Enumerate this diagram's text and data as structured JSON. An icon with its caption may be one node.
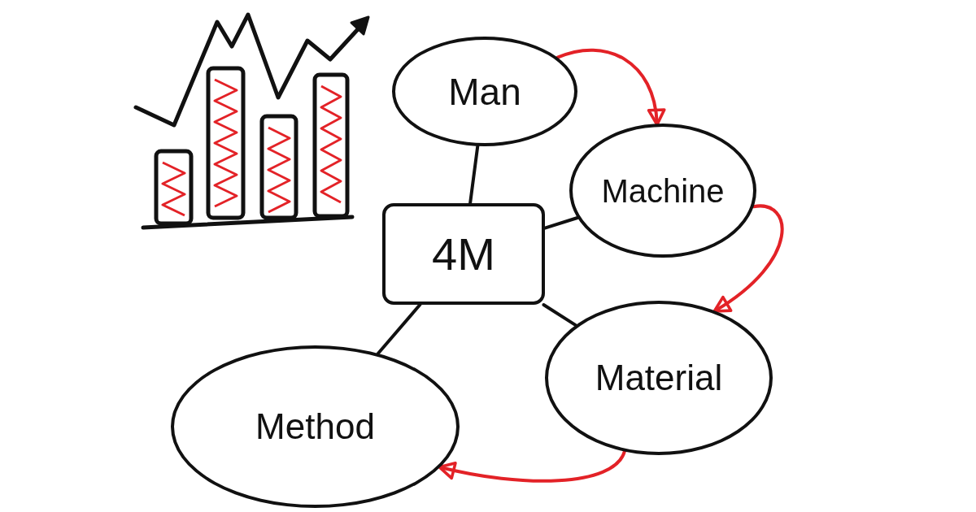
{
  "diagram": {
    "nodes": [
      {
        "text": [
          "Man"
        ]
      },
      {
        "text": [
          "Machine"
        ]
      },
      {
        "text": [
          "4M"
        ]
      },
      {
        "text": [
          "Material"
        ]
      },
      {
        "text": [
          "Method"
        ]
      }
    ],
    "edges": [
      {
        "from": 2,
        "to": 0,
        "arrow": "none"
      },
      {
        "from": 2,
        "to": 1,
        "arrow": "none"
      },
      {
        "from": 2,
        "to": 3,
        "arrow": "none"
      },
      {
        "from": 2,
        "to": 4,
        "arrow": "none"
      },
      {
        "from": 0,
        "to": 1,
        "arrow": "to",
        "color": "#e32227"
      },
      {
        "from": 1,
        "to": 3,
        "arrow": "to",
        "color": "#e32227"
      },
      {
        "from": 3,
        "to": 4,
        "arrow": "to",
        "color": "#e32227"
      }
    ]
  }
}
